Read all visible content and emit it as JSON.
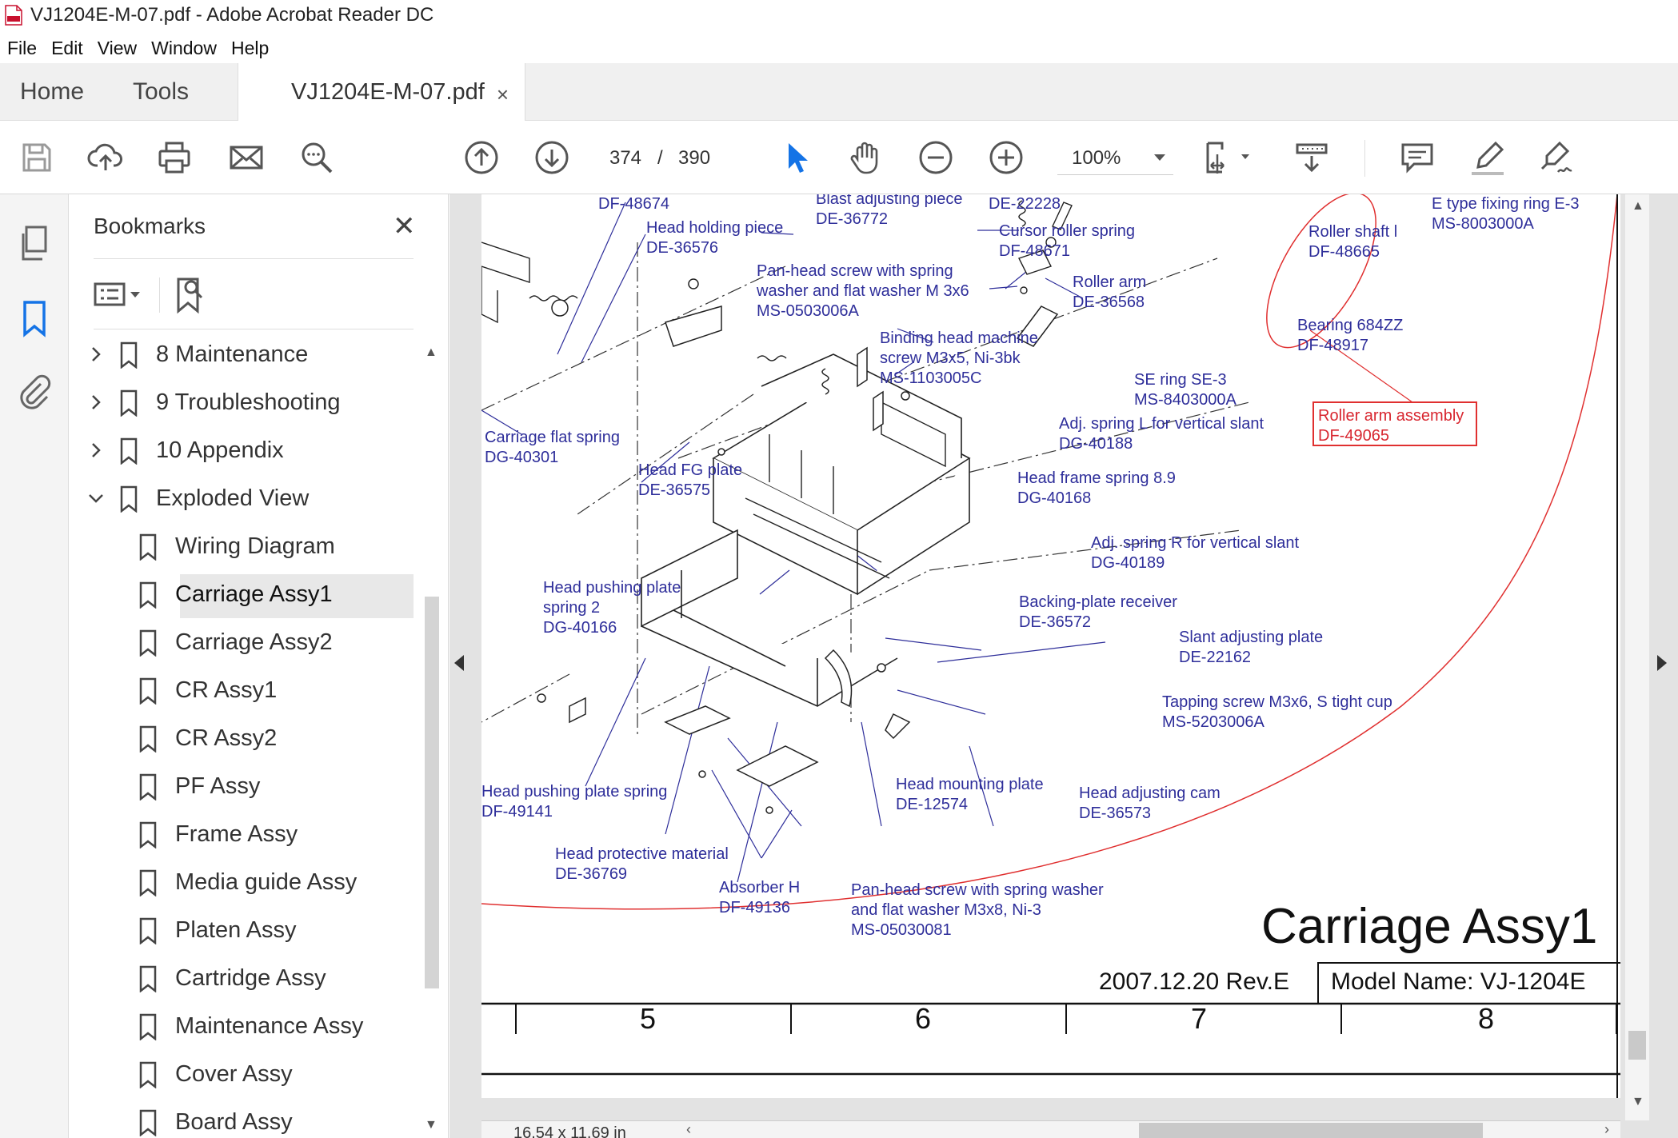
{
  "window": {
    "title": "VJ1204E-M-07.pdf - Adobe Acrobat Reader DC"
  },
  "menu": [
    "File",
    "Edit",
    "View",
    "Window",
    "Help"
  ],
  "tabs": {
    "home": "Home",
    "tools": "Tools",
    "document": "VJ1204E-M-07.pdf",
    "close_glyph": "×"
  },
  "toolbar": {
    "page_current": "374",
    "page_separator": "/",
    "page_total": "390",
    "zoom": "100%"
  },
  "bookmarks": {
    "title": "Bookmarks",
    "close_glyph": "✕",
    "items": [
      {
        "label": "8 Maintenance",
        "level": 0,
        "expanded": false
      },
      {
        "label": "9 Troubleshooting",
        "level": 0,
        "expanded": false
      },
      {
        "label": "10 Appendix",
        "level": 0,
        "expanded": false
      },
      {
        "label": "Exploded View",
        "level": 0,
        "expanded": true
      },
      {
        "label": "Wiring Diagram",
        "level": 1
      },
      {
        "label": "Carriage Assy1",
        "level": 1,
        "selected": true
      },
      {
        "label": "Carriage Assy2",
        "level": 1
      },
      {
        "label": "CR Assy1",
        "level": 1
      },
      {
        "label": "CR Assy2",
        "level": 1
      },
      {
        "label": "PF Assy",
        "level": 1
      },
      {
        "label": "Frame Assy",
        "level": 1
      },
      {
        "label": "Media guide Assy",
        "level": 1
      },
      {
        "label": "Platen Assy",
        "level": 1
      },
      {
        "label": "Cartridge Assy",
        "level": 1
      },
      {
        "label": "Maintenance Assy",
        "level": 1
      },
      {
        "label": "Cover Assy",
        "level": 1
      },
      {
        "label": "Board Assy",
        "level": 1
      }
    ]
  },
  "document": {
    "callouts": {
      "c1": "DF-48674",
      "c2": "Head holding piece\nDE-36576",
      "c3": "Blast adjusting piece\nDE-36772",
      "c4": "DE-22228",
      "c5": "Cursor roller spring\nDF-48671",
      "c6": "Roller shaft l\nDF-48665",
      "c7": "E type fixing ring E-3\nMS-8003000A",
      "c8": "Pan-head screw with spring\nwasher and flat washer M 3x6\nMS-0503006A",
      "c9": "Roller arm\nDE-36568",
      "c10": "Bearing 684ZZ\nDF-48917",
      "c11": "Binding head machine\nscrew M3x5, Ni-3bk\nMS-1103005C",
      "c12": "SE ring SE-3\nMS-8403000A",
      "c13": "Roller arm assembly\nDF-49065",
      "c14": "Adj. spring L for vertical slant\nDG-40188",
      "c15": "Carriage flat spring\nDG-40301",
      "c16": "Head FG plate\nDE-36575",
      "c17": "Head frame spring 8.9\nDG-40168",
      "c18": "Adj. spring R for vertical slant\nDG-40189",
      "c19": "Head pushing plate\nspring 2\nDG-40166",
      "c20": "Backing-plate receiver\nDE-36572",
      "c21": "Slant adjusting plate\nDE-22162",
      "c22": "Tapping screw M3x6, S tight cup\nMS-5203006A",
      "c23": "Head pushing plate spring\nDF-49141",
      "c24": "Head mounting plate\nDE-12574",
      "c25": "Head adjusting cam\nDE-36573",
      "c26": "Head protective material\nDE-36769",
      "c27": "Absorber H\nDF-49136",
      "c28": "Pan-head screw with spring washer\nand flat washer M3x8, Ni-3\nMS-05030081"
    },
    "title": "Carriage Assy1",
    "revision": "2007.12.20 Rev.E",
    "model": "Model Name:  VJ-1204E",
    "columns": [
      "5",
      "6",
      "7",
      "8"
    ],
    "page_size": "16.54 x 11.69 in"
  },
  "colors": {
    "callout": "#2e2e9a",
    "highlight": "#d8262f",
    "accent": "#1473e6"
  }
}
